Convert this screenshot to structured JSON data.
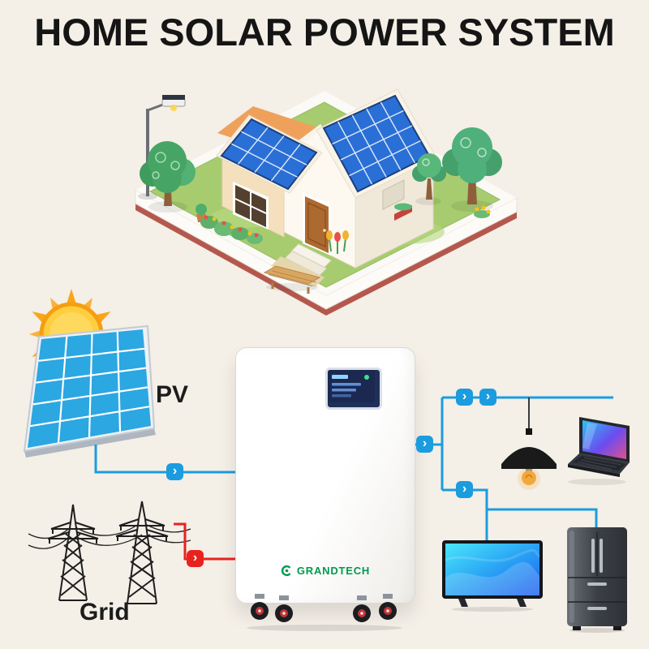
{
  "page": {
    "title": "HOME SOLAR POWER SYSTEM",
    "background_color": "#f4efe7"
  },
  "sources": {
    "pv_label": "PV",
    "grid_label": "Grid"
  },
  "battery": {
    "brand": "GRANDTECH",
    "brand_color": "#009a4d"
  },
  "flow": {
    "arrow_glyph": "›",
    "solar_line_color": "#1b9cdf",
    "grid_line_color": "#e8231d"
  },
  "icons": {
    "house": "isometric-house-with-solar-panels",
    "sun": "sun",
    "pv_panel": "tilted-solar-panel",
    "towers": "transmission-towers",
    "battery_display": "lcd-screen",
    "lamp": "pendant-lamp",
    "laptop": "laptop",
    "tv": "television",
    "fridge": "french-door-refrigerator"
  }
}
